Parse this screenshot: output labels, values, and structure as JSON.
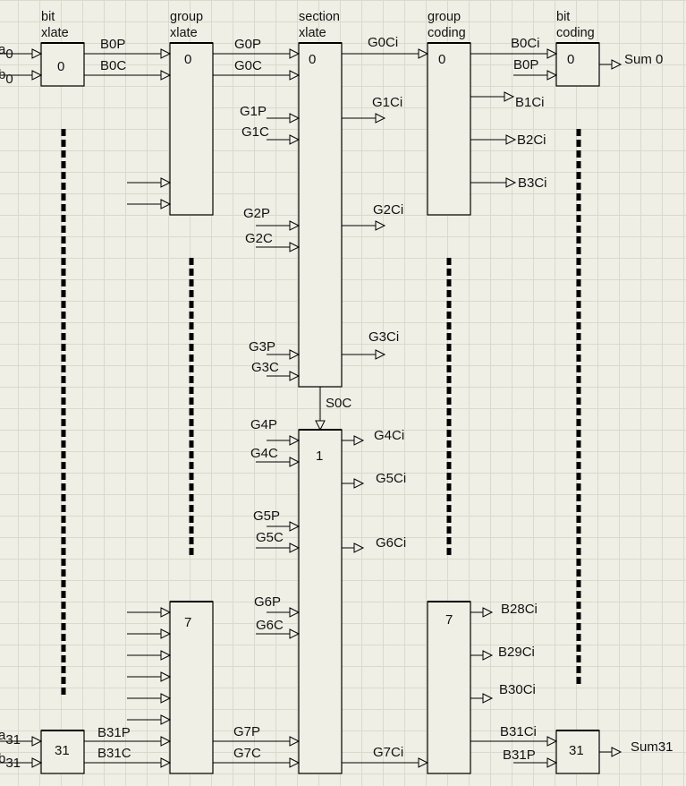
{
  "headers": {
    "bit_xlate": [
      "bit",
      "xlate"
    ],
    "group_xlate": [
      "group",
      "xlate"
    ],
    "section_xlate": [
      "section",
      "xlate"
    ],
    "group_coding": [
      "group",
      "coding"
    ],
    "bit_coding": [
      "bit",
      "coding"
    ]
  },
  "blocks": {
    "bit_xlate_0": "0",
    "bit_xlate_31": "31",
    "group_xlate_0": "0",
    "group_xlate_7": "7",
    "section_xlate_0": "0",
    "section_xlate_1": "1",
    "group_coding_0": "0",
    "group_coding_7": "7",
    "bit_coding_0": "0",
    "bit_coding_31": "31"
  },
  "inputs": {
    "a0": {
      "base": "a",
      "sub": "0"
    },
    "b0": {
      "base": "b",
      "sub": "0"
    },
    "a31": {
      "base": "a",
      "sub": "31"
    },
    "b31": {
      "base": "b",
      "sub": "31"
    }
  },
  "signals": {
    "B0P": "B0P",
    "B0C": "B0C",
    "G0P": "G0P",
    "G0C": "G0C",
    "G0Ci": "G0Ci",
    "B0Ci_in": "B0Ci",
    "B0P_in": "B0P",
    "Sum0": "Sum 0",
    "G1P": "G1P",
    "G1C": "G1C",
    "G1Ci": "G1Ci",
    "B1Ci": "B1Ci",
    "B2Ci": "B2Ci",
    "B3Ci": "B3Ci",
    "G2P": "G2P",
    "G2C": "G2C",
    "G2Ci": "G2Ci",
    "G3P": "G3P",
    "G3C": "G3C",
    "G3Ci": "G3Ci",
    "S0C": "S0C",
    "G4P": "G4P",
    "G4C": "G4C",
    "G4Ci": "G4Ci",
    "G5P": "G5P",
    "G5C": "G5C",
    "G5Ci": "G5Ci",
    "G6P": "G6P",
    "G6C": "G6C",
    "G6Ci": "G6Ci",
    "B28Ci": "B28Ci",
    "B29Ci": "B29Ci",
    "B30Ci": "B30Ci",
    "B31P": "B31P",
    "B31C": "B31C",
    "G7P": "G7P",
    "G7C": "G7C",
    "G7Ci": "G7Ci",
    "B31Ci": "B31Ci",
    "B31P_in": "B31P",
    "Sum31": "Sum31"
  }
}
